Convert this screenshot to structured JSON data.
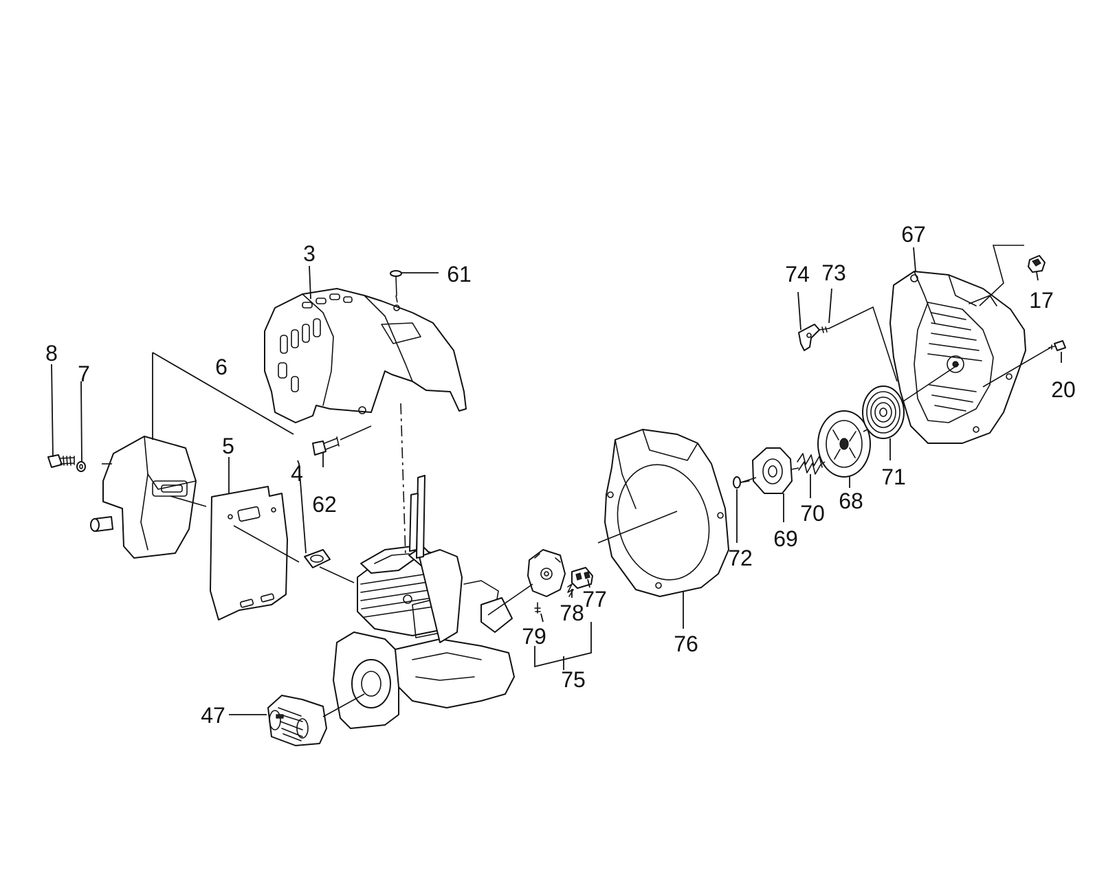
{
  "diagram": {
    "callouts": {
      "c3": "3",
      "c61": "61",
      "c8": "8",
      "c7": "7",
      "c6": "6",
      "c5": "5",
      "c4": "4",
      "c62": "62",
      "c47": "47",
      "c79": "79",
      "c78": "78",
      "c77": "77",
      "c75": "75",
      "c76": "76",
      "c72": "72",
      "c69": "69",
      "c70": "70",
      "c68": "68",
      "c71": "71",
      "c74": "74",
      "c73": "73",
      "c67": "67",
      "c17": "17",
      "c20": "20"
    }
  }
}
